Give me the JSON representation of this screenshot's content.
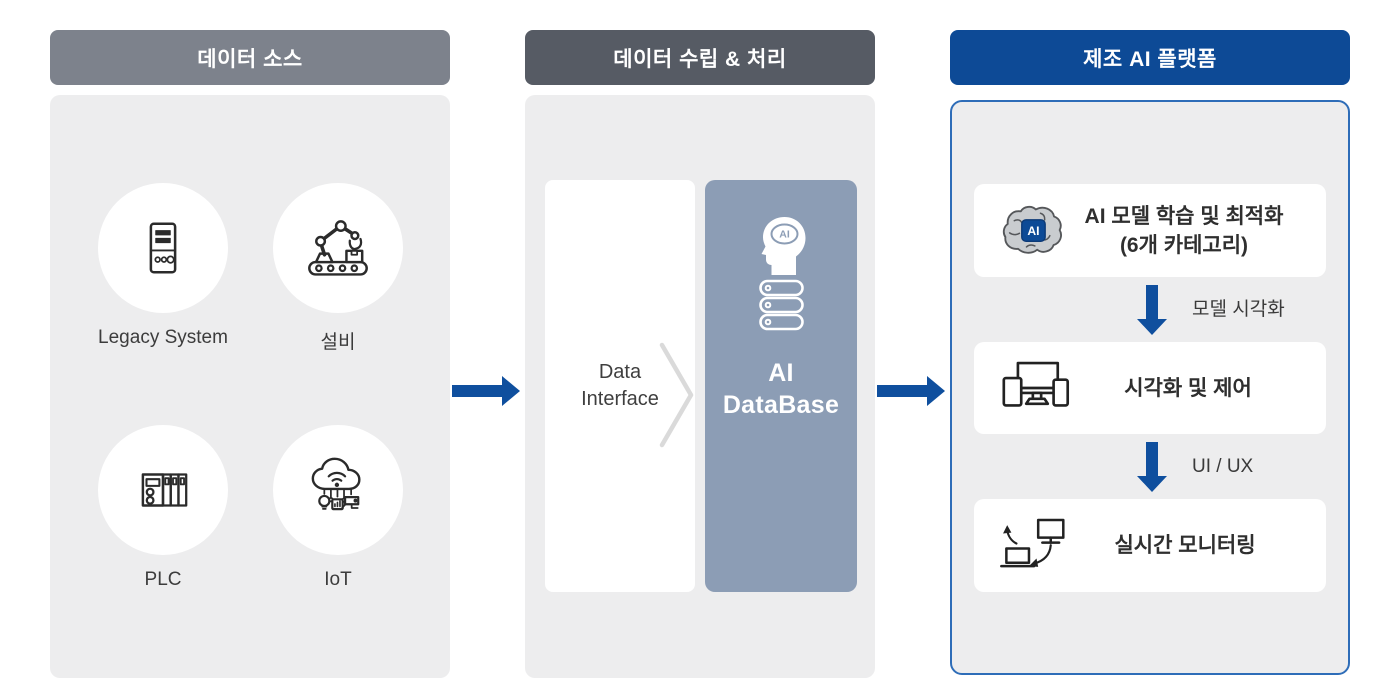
{
  "colors": {
    "header_gray": "#7d828c",
    "header_dark": "#565b64",
    "header_blue": "#0d4a96",
    "panel_bg": "#ededee",
    "card_white": "#ffffff",
    "database_card": "#8c9db5",
    "arrow_blue": "#0f4f9e",
    "platform_border": "#2e6db8",
    "text_dark": "#3c3c3c",
    "icon_stroke": "#2b2b2b"
  },
  "columns": {
    "data_source": {
      "header": "데이터 소스",
      "items": [
        {
          "label": "Legacy System"
        },
        {
          "label": "설비"
        },
        {
          "label": "PLC"
        },
        {
          "label": "IoT"
        }
      ]
    },
    "processing": {
      "header": "데이터 수립 & 처리",
      "interface_card": {
        "line1": "Data",
        "line2": "Interface"
      },
      "database_card": {
        "line1": "AI",
        "line2": "DataBase",
        "badge": "AI"
      }
    },
    "platform": {
      "header": "제조 AI 플랫폼",
      "cards": [
        {
          "line1": "AI 모델 학습 및 최적화",
          "line2": "(6개 카테고리)",
          "badge": "AI"
        },
        {
          "line1": "시각화 및 제어"
        },
        {
          "line1": "실시간 모니터링"
        }
      ],
      "flow_labels": [
        {
          "label": "모델 시각화"
        },
        {
          "label": "UI / UX"
        }
      ]
    }
  }
}
